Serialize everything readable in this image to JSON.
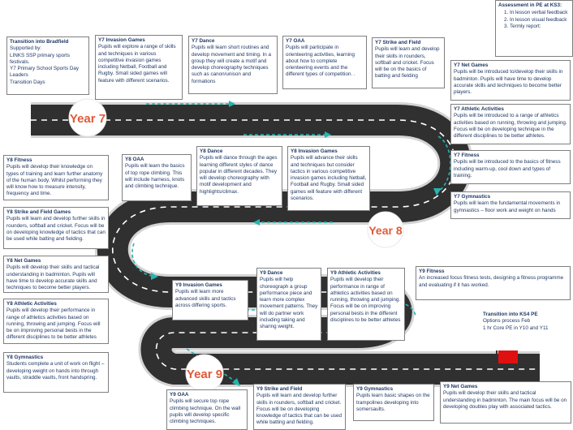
{
  "colors": {
    "road": "#303030",
    "edge": "#d4d4d4",
    "dash": "#26b5b0",
    "year_text": "#e05a3a",
    "text": "#1f3864",
    "flag": "#e01010"
  },
  "year_labels": [
    "Year 7",
    "Year 8",
    "Year 9"
  ],
  "assessment": {
    "title": "Assessment in PE at KS3:",
    "items": [
      "In lesson verbal feedback",
      "In lesson visual feedback",
      "Termly report:"
    ]
  },
  "boxes": {
    "transition": {
      "title": "Transition into Bradfield",
      "body": "Supported by:\nLINKS SSP primary sports festivals.\nY7 Primary School Sports Day Leaders\nTransition Days"
    },
    "y7_invasion": {
      "title": "Y7 Invasion Games",
      "body": "Pupils will explore a range of skills and techniques in various competitive invasion games including Netball, Football and Rugby. Small sided games will feature with different scenarios."
    },
    "y7_dance": {
      "title": "Y7 Dance",
      "body": "Pupils will learn short routines and develop movement and timing. In a group they will create a motif and develop choreography techniques such as canon/unison and formations"
    },
    "y7_oaa": {
      "title": "Y7 OAA",
      "body": "Pupils will participate in orienteering activities, learning about how to complete orienteering events and the different types of competition. ."
    },
    "y7_strike": {
      "title": "Y7 Strike and Field",
      "body": " Pupils will learn and develop their skills in rounders, softball and cricket. Focus will be on the basics of batting and fielding"
    },
    "y7_net": {
      "title": "Y7 Net Games",
      "body": "Pupils will be introduced to/develop their skills in badminton. Pupils will have time to develop accurate skills and techniques to become better players."
    },
    "y7_athletic": {
      "title": "Y7 Athletic Activities",
      "body": "Pupils will be introduced to a range of athletics activities based on running, throwing and jumping. Focus will be on developing technique in the different disciplines to be better athletes."
    },
    "y7_fitness": {
      "title": "Y7 Fitness",
      "body": "Pupils will be introduced to the basics of fitness including warm-up, cool down and types of training."
    },
    "y7_gymnastics": {
      "title": "Y7 Gymnastics",
      "body": "Pupils will learn the fundamental movements in gymnastics – floor work and weight on hands"
    },
    "y8_fitness": {
      "title": "Y8 Fitness",
      "body": "Pupils will develop their knowledge on types of training and learn further anatomy of the human body. Whilst performing they will know how to measure intensity, frequency and time."
    },
    "y8_oaa": {
      "title": "Y8 OAA",
      "body": "Pupils will learn the basics of top rope climbing. This will include harness, knots and climbing technique."
    },
    "y8_dance": {
      "title": "Y8 Dance",
      "body": "Pupils will dance through the ages learning different styles of dance popular in different decades. They will develop choreography with motif development and highlights/climax."
    },
    "y8_invasion": {
      "title": "Y8 Invasion Games",
      "body": "Pupils will advance their skills and techniques but consider tactics in various competitive invasion games including Netball, Football and Rugby. Small sided games will feature with different scenarios."
    },
    "y8_strike": {
      "title": "Y8 Strike and Field Games",
      "body": "Pupils will learn and develop further skills in rounders, softball and cricket. Focus will be on developing knowledge of tactics that can be used while batting and fielding."
    },
    "y8_net": {
      "title": "Y8 Net Games",
      "body": "Pupils will develop their skills and tactical understanding in badminton. Pupils will have time to develop accurate skills and techniques to become better players."
    },
    "y8_athletic": {
      "title": "Y8 Athletic Activities",
      "body": "Pupils will develop their performance in range of athletics activities based on running, throwing and jumping. Focus will be on improving personal bests in the different disciplines to be better athletes"
    },
    "y8_gymnastics": {
      "title": "Y8 Gymnastics",
      "body": "Students complete a unit of work on flight – developing weight on hands into through vaults, straddle vaults, front handspring."
    },
    "y9_invasion": {
      "title": "Y9 Invasion Games",
      "body": "Pupils will learn more advanced skills and tactics across differing sports."
    },
    "y9_dance": {
      "title": "Y9 Dance",
      "body": "Pupils will help choreograph a group performance piece and learn more complex movement patterns. They will do partner work including taking and sharing weight."
    },
    "y9_athletic": {
      "title": "Y9 Athletic Activities",
      "body": "Pupils will develop their performance in range of athletics activities based on running, throwing and jumping. Focus will be on improving personal bests in the different disciplines to be better athletes"
    },
    "y9_fitness": {
      "title": "Y9 Fitness",
      "body": "An increased focus fitness tests, designing a fitness programme and evaluating if it has worked."
    },
    "transition_ks4": {
      "title": "Transition into KS4 PE",
      "body": "Options process Feb\n1 hr Core PE in Y10 and Y11"
    },
    "y9_oaa": {
      "title": "Y9 OAA",
      "body": "Pupils will secure top rope climbing technique. On the wall pupils will develop specific climbing techniques."
    },
    "y9_strike": {
      "title": "Y9 Strike and Field",
      "body": "Pupils will learn and develop further skills in rounders, softball and cricket. Focus will be on developing knowledge of tactics that can be used while batting and fielding."
    },
    "y9_gymnastics": {
      "title": "Y9 Gymnastics",
      "body": "Pupils learn basic shapes on the trampolines developing into somersaults."
    },
    "y9_net": {
      "title": "Y9 Net Games",
      "body": "Pupils will develop their skills and tactical understanding in badminton. The main focus will be on developing doubles play with associated tactics."
    }
  }
}
